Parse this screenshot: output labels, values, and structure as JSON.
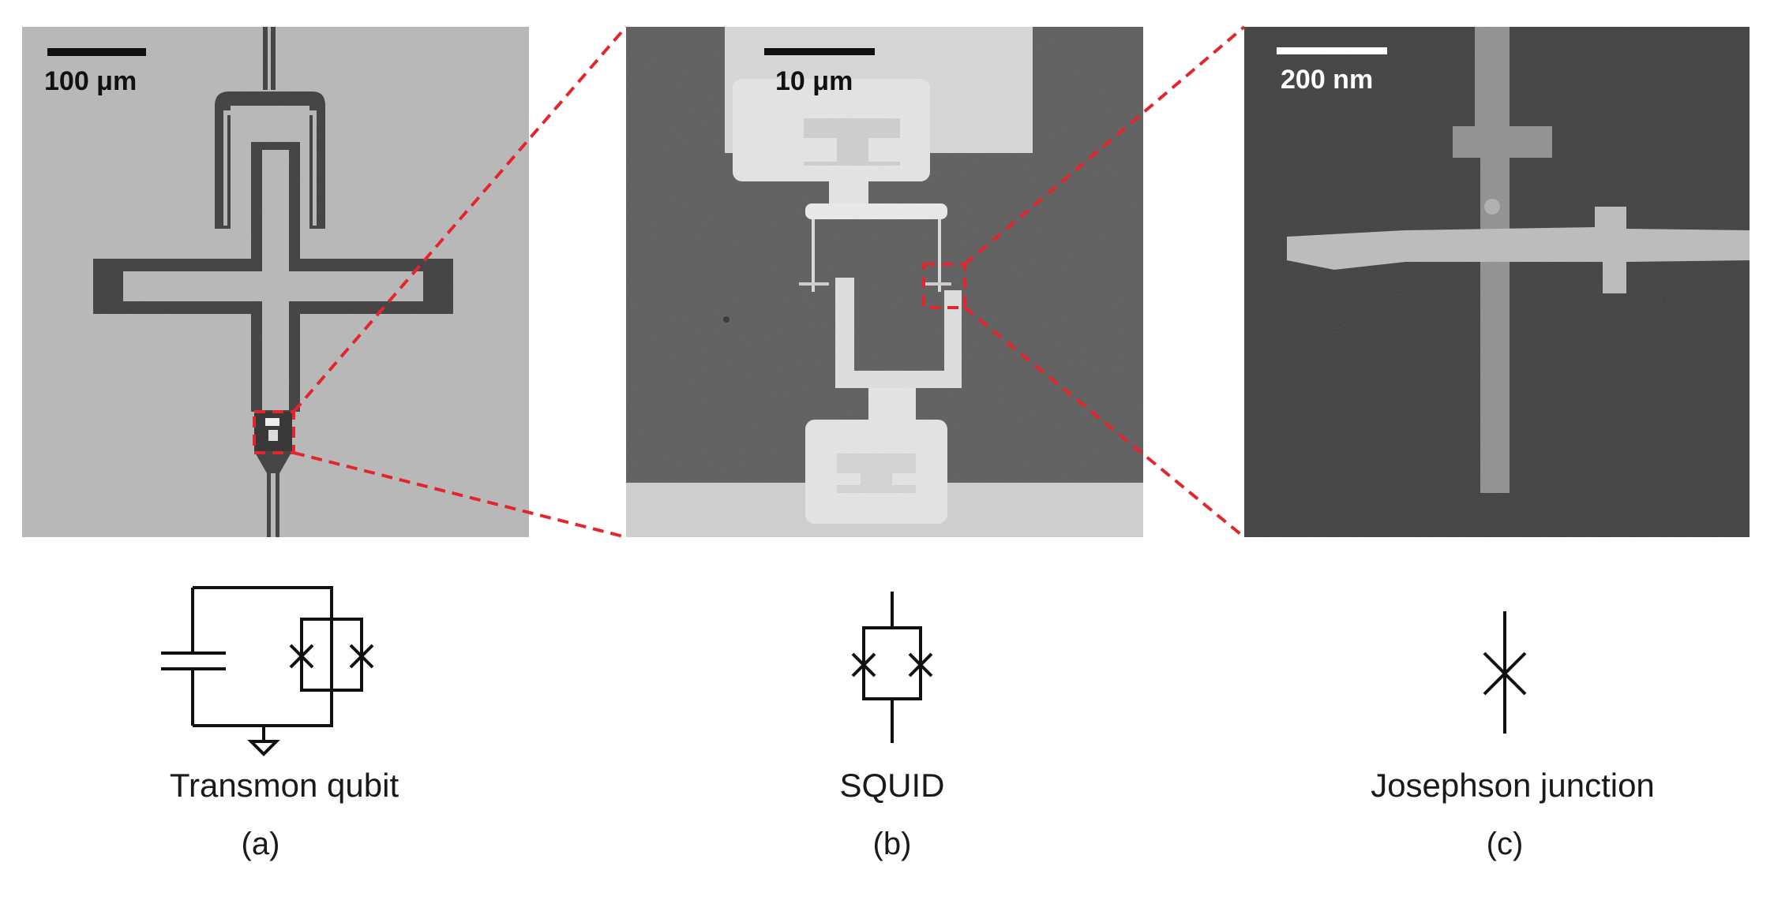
{
  "panels": [
    {
      "id": "a",
      "scale_bar": "100 μm",
      "name": "Transmon qubit",
      "letter": "(a)"
    },
    {
      "id": "b",
      "scale_bar": "10 μm",
      "name": "SQUID",
      "letter": "(b)"
    },
    {
      "id": "c",
      "scale_bar": "200 nm",
      "name": "Josephson junction",
      "letter": "(c)"
    }
  ],
  "colors": {
    "zoom_outline": "#e3262d",
    "panel_a_background": "#b8b8b8",
    "panel_b_background": "#5a5a5a",
    "panel_c_background": "#3c3c3c"
  }
}
